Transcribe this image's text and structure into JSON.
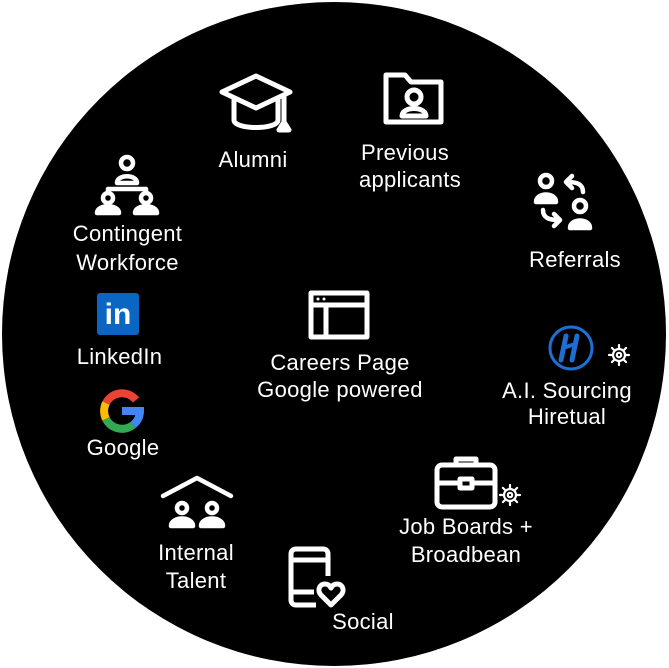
{
  "colors": {
    "background": "#000000",
    "foreground": "#ffffff",
    "linkedin": "#0a66c2",
    "hiretual": "#1d6fd1"
  },
  "sources": [
    {
      "id": "alumni",
      "icon": "graduation-cap-icon",
      "lines": [
        "Alumni"
      ]
    },
    {
      "id": "previous-applicants",
      "icon": "folder-profile-icon",
      "lines": [
        "Previous",
        "applicants"
      ]
    },
    {
      "id": "referrals",
      "icon": "referral-exchange-icon",
      "lines": [
        "Referrals"
      ]
    },
    {
      "id": "contingent-workforce",
      "icon": "org-chart-people-icon",
      "lines": [
        "Contingent",
        "Workforce"
      ]
    },
    {
      "id": "linkedin",
      "icon": "linkedin-icon",
      "lines": [
        "LinkedIn"
      ]
    },
    {
      "id": "careers-page",
      "icon": "browser-window-icon",
      "lines": [
        "Careers Page",
        "Google powered"
      ]
    },
    {
      "id": "ai-sourcing",
      "icon": "hiretual-logo-icon",
      "lines": [
        "A.I. Sourcing",
        "Hiretual"
      ]
    },
    {
      "id": "google",
      "icon": "google-icon",
      "lines": [
        "Google"
      ]
    },
    {
      "id": "internal-talent",
      "icon": "house-people-icon",
      "lines": [
        "Internal",
        "Talent"
      ]
    },
    {
      "id": "job-boards",
      "icon": "briefcase-gear-icon",
      "lines": [
        "Job Boards +",
        "Broadbean"
      ]
    },
    {
      "id": "social",
      "icon": "phone-heart-icon",
      "lines": [
        "Social"
      ]
    }
  ],
  "logo_text": {
    "linkedin": "in"
  }
}
